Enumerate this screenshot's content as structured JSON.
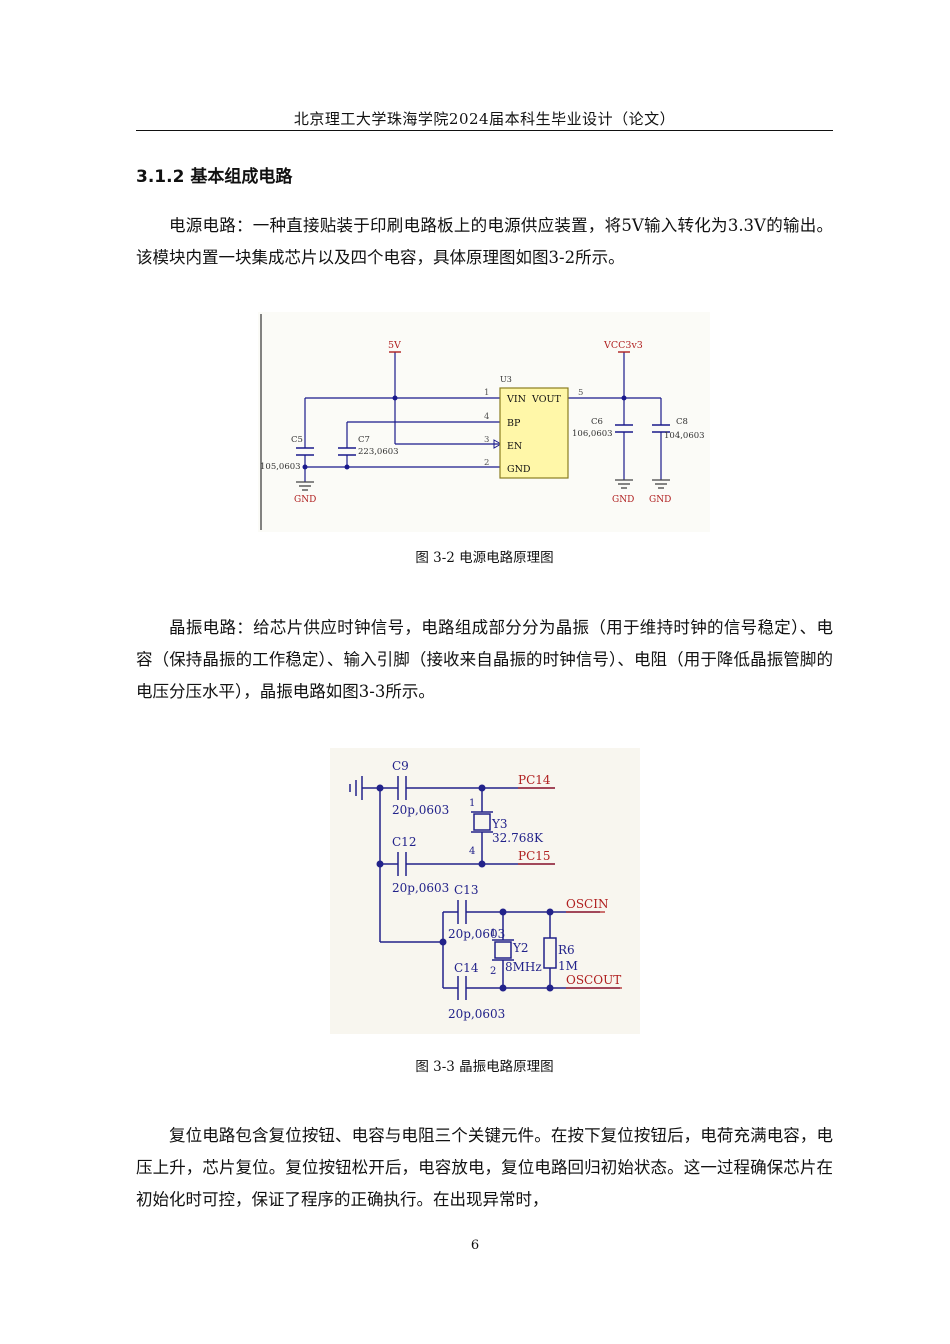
{
  "header": {
    "title": "北京理工大学珠海学院2024届本科生毕业设计（论文）"
  },
  "section": {
    "heading": "3.1.2 基本组成电路"
  },
  "paragraphs": {
    "power": "电源电路：一种直接贴装于印刷电路板上的电源供应装置，将5V输入转化为3.3V的输出。该模块内置一块集成芯片以及四个电容，具体原理图如图3-2所示。",
    "crystal": "晶振电路：给芯片供应时钟信号，电路组成部分分为晶振（用于维持时钟的信号稳定）、电容（保持晶振的工作稳定）、输入引脚（接收来自晶振的时钟信号）、电阻（用于降低晶振管脚的电压分压水平），晶振电路如图3-3所示。",
    "reset": "复位电路包含复位按钮、电容与电阻三个关键元件。在按下复位按钮后，电荷充满电容，电压上升，芯片复位。复位按钮松开后，电容放电，复位电路回归初始状态。这一过程确保芯片在初始化时可控，保证了程序的正确执行。在出现异常时，"
  },
  "figures": {
    "power": {
      "caption": "图 3-2 电源电路原理图",
      "labels": {
        "vin_net": "5V",
        "vout_net": "VCC3v3",
        "chip": "U3",
        "pin_vin": "VIN",
        "pin_vout": "VOUT",
        "pin_bp": "BP",
        "pin_en": "EN",
        "pin_gnd": "GND",
        "pin1": "1",
        "pin2": "2",
        "pin3": "3",
        "pin4": "4",
        "pin5": "5",
        "c5": "C5",
        "c5_val": "105,0603",
        "c7": "C7",
        "c7_val": "223,0603",
        "c6": "C6",
        "c6_val": "106,0603",
        "c8": "C8",
        "c8_val": "104,0603",
        "gnd1": "GND",
        "gnd2": "GND",
        "gnd3": "GND"
      }
    },
    "crystal": {
      "caption": "图 3-3 晶振电路原理图",
      "labels": {
        "c9": "C9",
        "c9_val": "20p,0603",
        "c12": "C12",
        "c12_val": "20p,0603",
        "c13": "C13",
        "c13_val": "20p,0603",
        "c14": "C14",
        "c14_val": "20p,0603",
        "pc14": "PC14",
        "pc15": "PC15",
        "y3": "Y3",
        "y3_val": "32.768K",
        "y3_pin1": "1",
        "y3_pin4": "4",
        "y2": "Y2",
        "y2_val": "8MHz",
        "y2_pin1": "1",
        "y2_pin2": "2",
        "r6": "R6",
        "r6_val": "1M",
        "oscin": "OSCIN",
        "oscout": "OSCOUT"
      }
    }
  },
  "page": {
    "number": "6"
  },
  "colors": {
    "wire_blue": "#1a1a8c",
    "wire_dark": "#22228a",
    "chip_fill": "#fff7a8",
    "net_red": "#b02020",
    "pin_gray": "#555555"
  }
}
